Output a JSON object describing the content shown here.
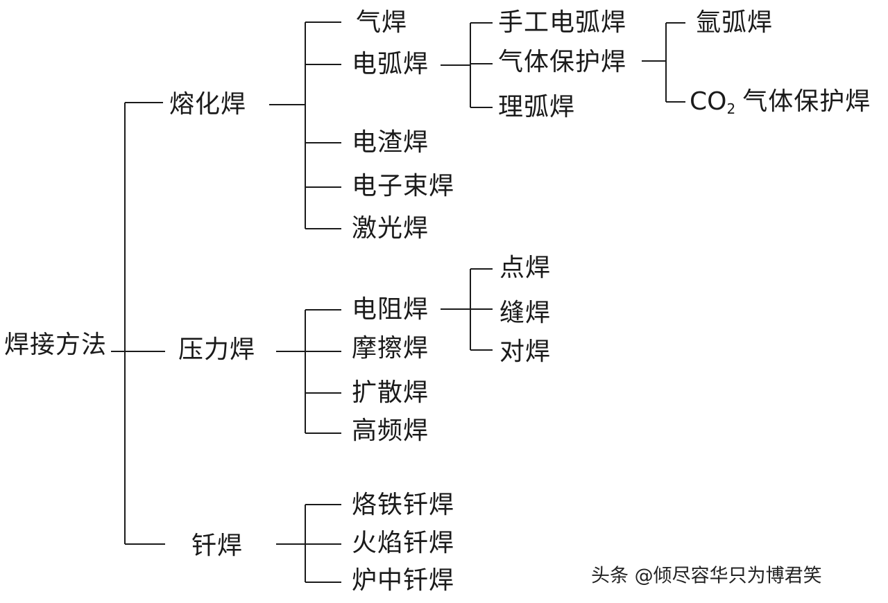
{
  "root": "焊接方法",
  "categories": {
    "fusion": {
      "label": "熔化焊",
      "children": {
        "gas": "气焊",
        "arc": {
          "label": "电弧焊",
          "children": {
            "manual": "手工电弧焊",
            "gas_shielded": {
              "label": "气体保护焊",
              "children": {
                "argon": "氩弧焊",
                "co2_prefix": "CO",
                "co2_sub": "2",
                "co2_suffix": "气体保护焊"
              }
            },
            "submerged": "理弧焊"
          }
        },
        "electroslag": "电渣焊",
        "electron_beam": "电子束焊",
        "laser": "激光焊"
      }
    },
    "pressure": {
      "label": "压力焊",
      "children": {
        "resistance": {
          "label": "电阻焊",
          "children": {
            "spot": "点焊",
            "seam": "缝焊",
            "butt": "对焊"
          }
        },
        "friction": "摩擦焊",
        "diffusion": "扩散焊",
        "high_frequency": "高频焊"
      }
    },
    "brazing": {
      "label": "钎焊",
      "children": {
        "soldering_iron": "烙铁钎焊",
        "flame": "火焰钎焊",
        "furnace": "炉中钎焊"
      }
    }
  },
  "watermark": "头条 @倾尽容华只为博君笑"
}
